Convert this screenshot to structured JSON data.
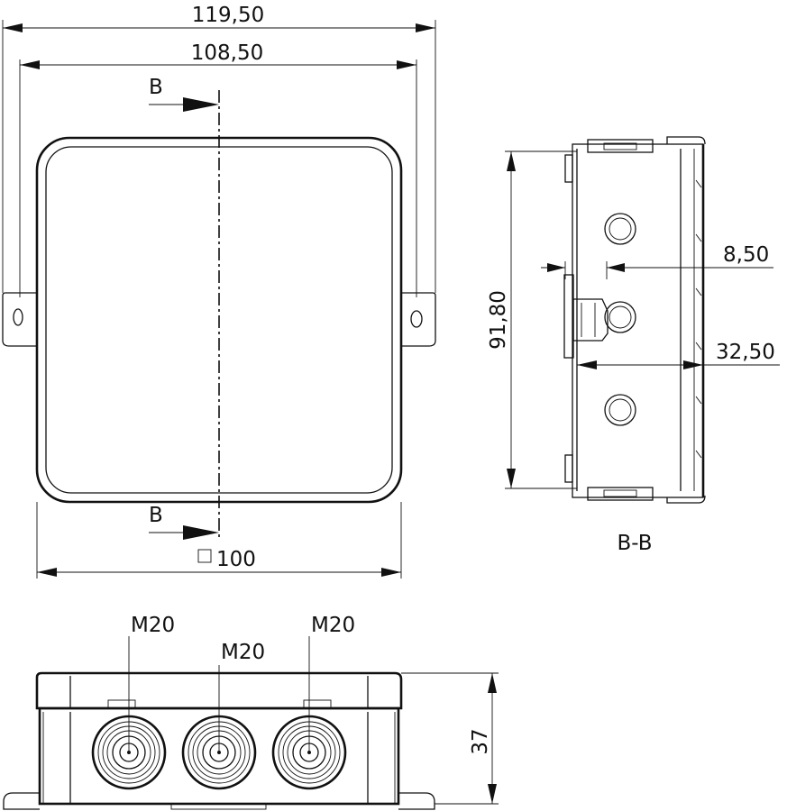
{
  "dimensions": {
    "overall_width": "119,50",
    "hole_spacing": "108,50",
    "body_width": "100",
    "body_height": "91,80",
    "offset_small": "8,50",
    "offset_large": "32,50",
    "depth": "37"
  },
  "section": {
    "marker_top": "B",
    "marker_bottom": "B",
    "view_label": "B-B"
  },
  "glands": [
    "M20",
    "M20",
    "M20"
  ]
}
